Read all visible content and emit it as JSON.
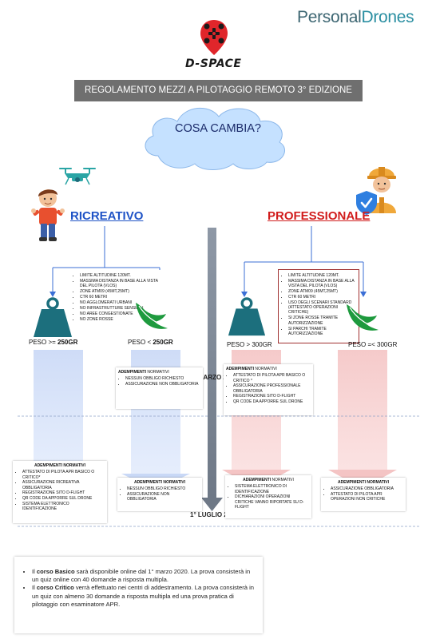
{
  "brand": {
    "part1": "Personal",
    "part2": "Drones"
  },
  "logo_title": "D-SPACE",
  "banner": "REGOLAMENTO MEZZI A PILOTAGGIO REMOTO 3° EDIZIONE",
  "cloud": "COSA CAMBIA?",
  "categories": {
    "recreational": "RICREATIVO",
    "professional": "PROFESSIONALE"
  },
  "rules_recreational": [
    "LIMITE ALTITUDINE 120MT.",
    "MASSIMA DISTANZA IN BASE ALLA VISTA DEL PILOTA (VLOS)",
    "ZONE ATM09 (45MT,25MT)",
    "CTR 60 METRI",
    "NO AGGLOMERATI URBANI",
    "NO INFRASTRUTTURE SENSIBILI",
    "NO AREE CONGESTIONATE",
    "NO ZONE ROSSE"
  ],
  "rules_professional": [
    "LIMITE ALTITUDINE 120MT.",
    "MASSIMA DISTANZA IN BASE ALLA VISTA DEL PILOTA (VLOS)",
    "ZONE ATM09 (45MT,25MT)",
    "CTR 60 METRI",
    "USO DEGLI SCENARI STANDARD (ATTESTATO OPERAZIONI CRITICHE)",
    "SI ZONE ROSSE TRAMITE AUTORIZZAZIONE",
    "SI PARCHI TRAMITE AUTORIZZAZIONE"
  ],
  "weights": {
    "rec_heavy_prefix": "PESO >= ",
    "rec_heavy_value": "250GR",
    "rec_light_prefix": "PESO < ",
    "rec_light_value": "250GR",
    "pro_heavy": "PESO > 300GR",
    "pro_light": "PESO =< 300GR"
  },
  "dates": {
    "march": "1° MARZO 2020",
    "july": "1° LUGLIO 2020"
  },
  "cards": {
    "title_bold": "ADEMPIMENTI",
    "title_rest": " NORMATIVI",
    "title_full": "ADEMPIMENTI NORMATIVI",
    "march_rec_light": [
      "NESSUN OBBLIGO RICHIESTO",
      "ASSICURAZIONE NON OBBLIGATORIA"
    ],
    "march_pro_heavy": [
      "ATTESTATO DI PILOTA APR BASICO O CRITICO *",
      "ASSICURAZIONE PROFESSIONALE OBBLIGATORIA",
      "REGISTRAZIONE SITO D-FLIGHT",
      "QR CODE DA APPORRE SUL DRONE"
    ],
    "july_rec_heavy": [
      "ATTESTATO DI PILOTA APR BASICO O CRITICO*",
      "ASSICURAZIONE RICREATIVA OBBLIGATORIA",
      "REGISTRAZIONE SITO D-FLIGHT",
      "QR CODE DA APPORRE SUL DRONE",
      "SISTEMA ELETTRONICO IDENTIFICAZIONE"
    ],
    "july_rec_light": [
      "NESSUN OBBLIGO RICHIESTO",
      "ASSICURAZIONE NON OBBLIGATORIA"
    ],
    "july_pro_heavy": [
      "SISTEMA ELETTRONICO DI IDENTIFICAZIONE",
      "DICHIARAZIONI OPERAZIONI CRITICHE VANNO RIPORTATE SU D-FLIGHT"
    ],
    "july_pro_light": [
      "ASSICURAZIONE OBBLIGATORIA",
      "ATTESTATO DI PILOTA APR OPERAZIONI NON CRITICHE"
    ]
  },
  "notes": [
    {
      "pre": "Il ",
      "bold": "corso Basico",
      "post": " sarà disponibile online dal 1° marzo 2020. La prova consisterà in un quiz online con 40 domande a risposta multipla."
    },
    {
      "pre": "Il ",
      "bold": "corso Critico",
      "post": " verrà effettuato nei centri di addestramento. La prova consisterà in un quiz con almeno 30 domande a risposta multipla ed una prova pratica di pilotaggio con esaminatore APR."
    }
  ],
  "icons": [
    "location-pin-drone-icon",
    "drone-icon",
    "boy-icon",
    "engineer-icon",
    "shield-check-icon",
    "weight-icon",
    "leaf-icon"
  ],
  "colors": {
    "recreational": "#1f53c6",
    "professional": "#d11c1c",
    "banner": "#6f6f6f",
    "leaf": "#1e9a3e",
    "weight": "#1c6f7d",
    "cloud": "#c5e1ff"
  }
}
